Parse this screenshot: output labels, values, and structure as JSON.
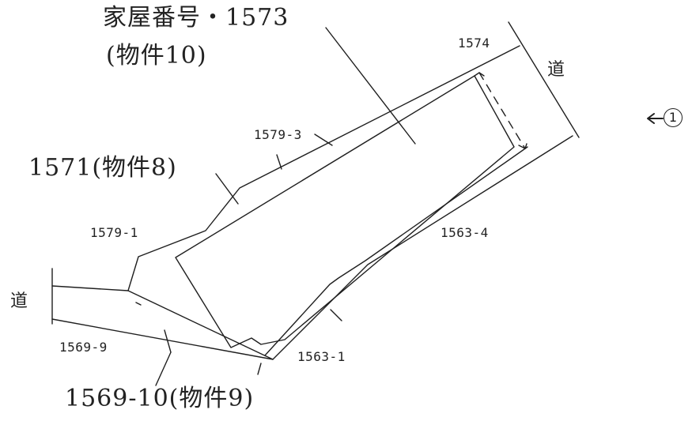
{
  "labels": {
    "title_line1": "家屋番号・1573",
    "title_line2": "(物件10)",
    "parcel_1574": "1574",
    "parcel_1579_3": "1579-3",
    "parcel_1571": "1571(物件8)",
    "parcel_1579_1": "1579-1",
    "parcel_1563_4": "1563-4",
    "parcel_1563_1": "1563-1",
    "parcel_1569_9": "1569-9",
    "parcel_1569_10": "1569-10(物件9)",
    "road_right": "道",
    "road_left": "道",
    "marker_number": "1"
  },
  "icons": {
    "marker_arrow": "left-arrow-icon"
  },
  "colors": {
    "line": "#1f1f1f",
    "paper": "#ffffff"
  }
}
